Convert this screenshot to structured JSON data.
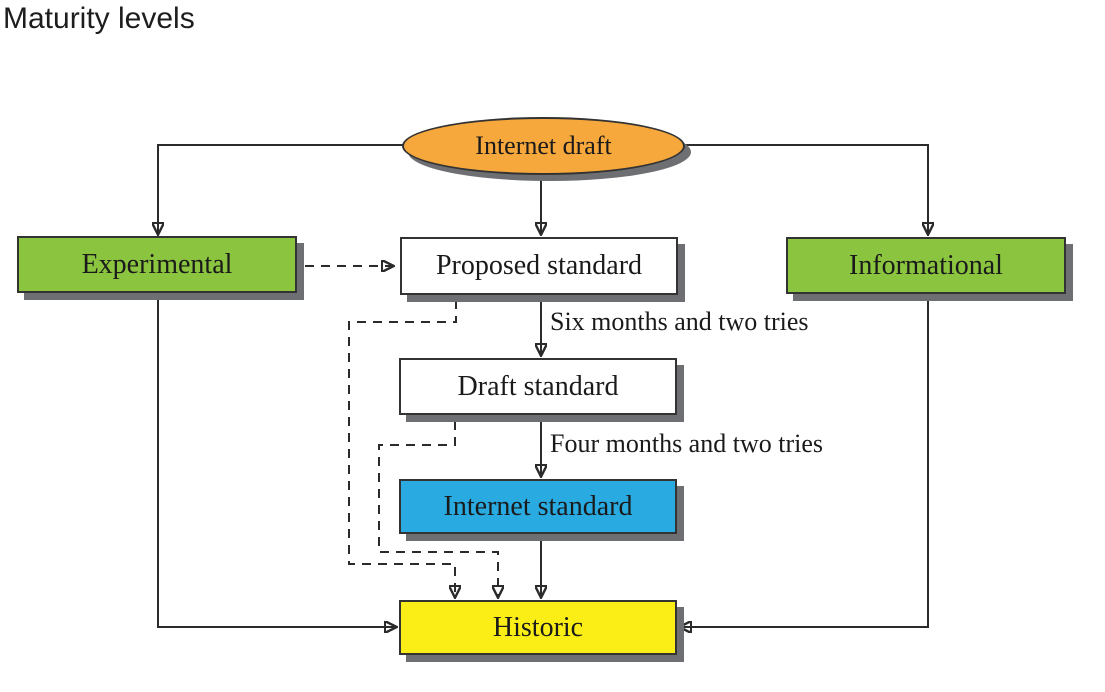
{
  "page": {
    "title": "Maturity levels"
  },
  "nodes": {
    "internet_draft": {
      "label": "Internet draft",
      "fill": "#F7A83C",
      "shape": "ellipse"
    },
    "experimental": {
      "label": "Experimental",
      "fill": "#8BC53F",
      "shape": "rect"
    },
    "proposed_standard": {
      "label": "Proposed standard",
      "fill": "#FFFFFF",
      "shape": "rect"
    },
    "informational": {
      "label": "Informational",
      "fill": "#8BC53F",
      "shape": "rect"
    },
    "draft_standard": {
      "label": "Draft standard",
      "fill": "#FFFFFF",
      "shape": "rect"
    },
    "internet_standard": {
      "label": "Internet standard",
      "fill": "#29ABE2",
      "shape": "rect"
    },
    "historic": {
      "label": "Historic",
      "fill": "#FBEE17",
      "shape": "rect"
    }
  },
  "edge_labels": {
    "six_months": "Six months and two tries",
    "four_months": "Four months and two tries"
  },
  "edges": [
    {
      "from": "internet_draft",
      "to": "experimental",
      "style": "solid"
    },
    {
      "from": "internet_draft",
      "to": "proposed_standard",
      "style": "solid"
    },
    {
      "from": "internet_draft",
      "to": "informational",
      "style": "solid"
    },
    {
      "from": "proposed_standard",
      "to": "draft_standard",
      "style": "solid",
      "label": "Six months and two tries"
    },
    {
      "from": "draft_standard",
      "to": "internet_standard",
      "style": "solid",
      "label": "Four months and two tries"
    },
    {
      "from": "internet_standard",
      "to": "historic",
      "style": "solid"
    },
    {
      "from": "experimental",
      "to": "historic",
      "style": "solid"
    },
    {
      "from": "informational",
      "to": "historic",
      "style": "solid"
    },
    {
      "from": "experimental",
      "to": "proposed_standard",
      "style": "dashed"
    },
    {
      "from": "proposed_standard",
      "to": "historic",
      "style": "dashed"
    },
    {
      "from": "draft_standard",
      "to": "historic",
      "style": "dashed"
    }
  ],
  "colors": {
    "line": "#2B2B2B",
    "node_border": "#333333",
    "node_shadow": "#6E6F72",
    "text": "#1A1A1A",
    "background": "#FFFFFF"
  }
}
